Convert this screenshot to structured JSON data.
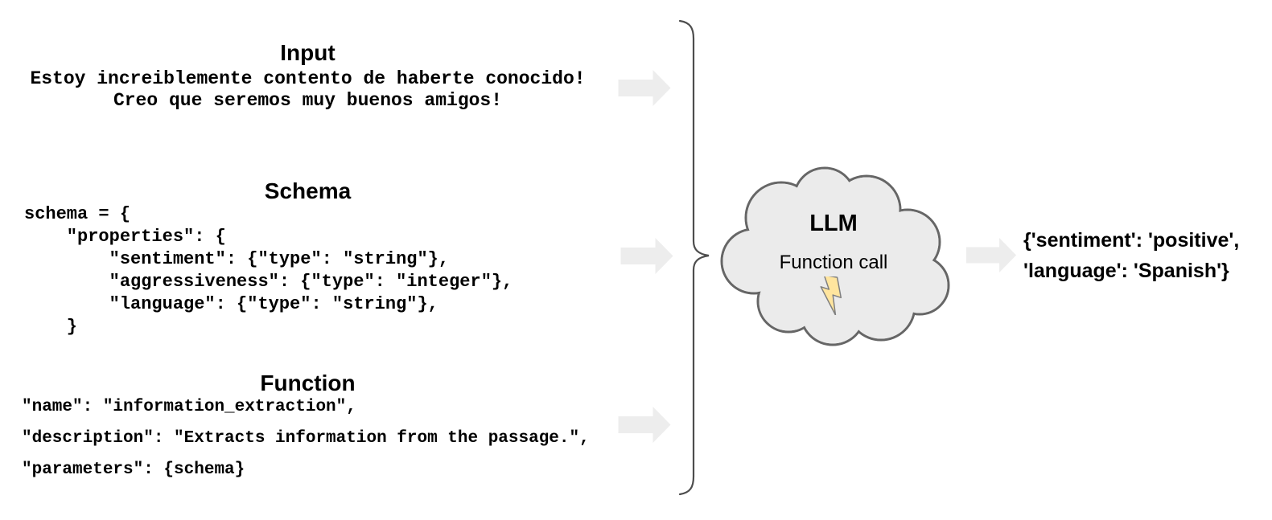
{
  "sections": {
    "input": {
      "title": "Input",
      "lines": [
        "Estoy increiblemente contento de haberte conocido!",
        "Creo que seremos muy buenos amigos!"
      ]
    },
    "schema": {
      "title": "Schema",
      "code_lines": [
        "schema = {",
        "    \"properties\": {",
        "        \"sentiment\": {\"type\": \"string\"},",
        "        \"aggressiveness\": {\"type\": \"integer\"},",
        "        \"language\": {\"type\": \"string\"},",
        "    }"
      ]
    },
    "function": {
      "title": "Function",
      "code_lines": [
        "\"name\": \"information_extraction\",",
        "\"description\": \"Extracts information from the passage.\",",
        "\"parameters\": {schema}"
      ]
    }
  },
  "llm": {
    "label": "LLM",
    "sublabel": "Function call",
    "icon": "lightning-bolt"
  },
  "output": {
    "lines": [
      "{'sentiment': 'positive',",
      "'language': 'Spanish'}"
    ]
  },
  "colors": {
    "text": "#000000",
    "arrow_fill": "#ededed",
    "brace_stroke": "#4d4d4d",
    "cloud_fill": "#ebebeb",
    "cloud_stroke": "#666666",
    "bolt_fill": "#ffe59e",
    "bolt_stroke": "#7f7f7f"
  }
}
